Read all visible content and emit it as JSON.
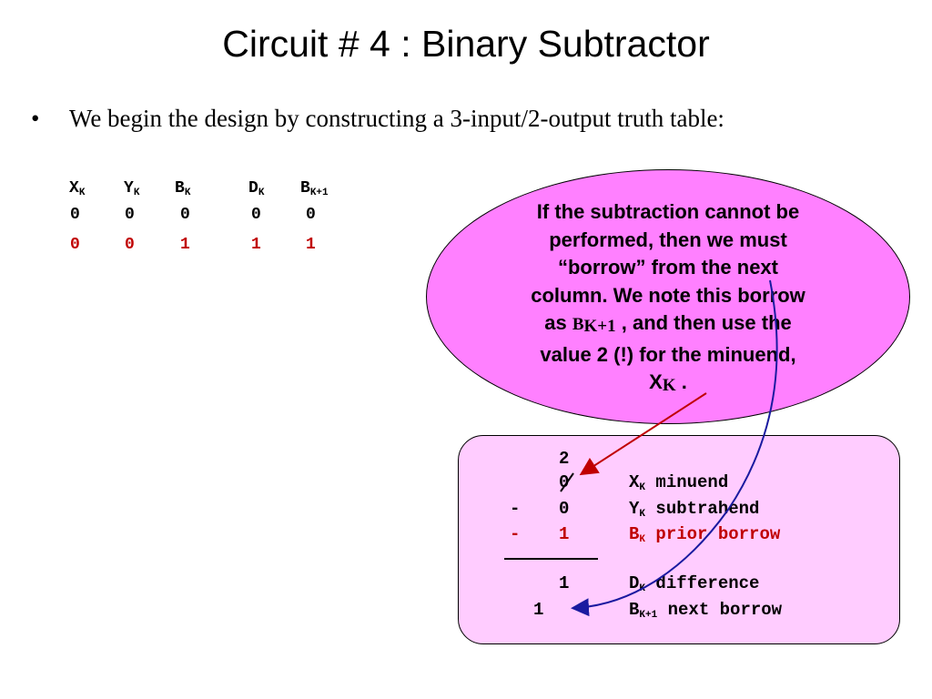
{
  "slide": {
    "title": "Circuit # 4 : Binary Subtractor",
    "bullet_mark": "•",
    "bullet_text": "We begin the design by constructing a 3-input/2-output truth table:"
  },
  "truth_table": {
    "headers": [
      {
        "base": "X",
        "sub": "K"
      },
      {
        "base": "Y",
        "sub": "K"
      },
      {
        "base": "B",
        "sub": "K"
      },
      {
        "base": "D",
        "sub": "K"
      },
      {
        "base": "B",
        "sub": "K+1"
      }
    ],
    "rows": [
      {
        "values": [
          "0",
          "0",
          "0",
          "0",
          "0"
        ],
        "highlight": false
      },
      {
        "values": [
          "0",
          "0",
          "1",
          "1",
          "1"
        ],
        "highlight": true
      }
    ]
  },
  "callout": {
    "line1": "If the subtraction cannot be",
    "line2": "performed, then we must",
    "line3": "“borrow” from the next",
    "line4": "column.  We note this borrow",
    "line5_pre": "as ",
    "line5_var": "B",
    "line5_sub": "K+1",
    "line5_post": " ,  and then use the",
    "line6": "value 2 (!) for the minuend,",
    "line7_var": "X",
    "line7_sub": "K",
    "line7_post": "  ."
  },
  "worked_example": {
    "borrowed_value": "2",
    "minuend_digit": "0",
    "subtrahend_sign": "-",
    "subtrahend_digit": "0",
    "borrow_sign": "-",
    "borrow_digit": "1",
    "difference_digit": "1",
    "next_borrow_digit": "1",
    "labels": {
      "minuend": {
        "var": "X",
        "sub": "K",
        "text": "minuend"
      },
      "subtrahend": {
        "var": "Y",
        "sub": "K",
        "text": "subtrahend"
      },
      "prior_borrow": {
        "var": "B",
        "sub": "K",
        "text": "prior borrow"
      },
      "difference": {
        "var": "D",
        "sub": "K",
        "text": "difference"
      },
      "next_borrow": {
        "var": "B",
        "sub": "K+1",
        "text": "next borrow"
      }
    }
  },
  "colors": {
    "highlight": "#c00000",
    "callout_fill": "#ff80ff",
    "box_fill": "#ffccff",
    "arrow_red": "#c00000",
    "arrow_blue": "#1a1aa0"
  }
}
